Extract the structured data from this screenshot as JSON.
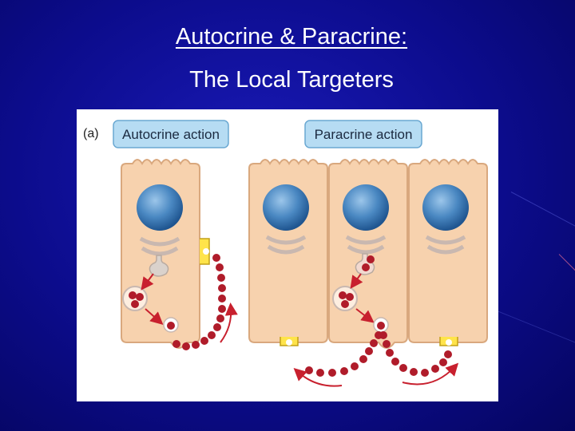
{
  "slide": {
    "title_line1": "Autocrine & Paracrine:",
    "title_line2": "The Local Targeters"
  },
  "figure": {
    "panel_label": "(a)",
    "autocrine_label": "Autocrine action",
    "paracrine_label": "Paracrine action"
  },
  "colors": {
    "background": "#0c0c8c",
    "cell_fill": "#f7d2ae",
    "cell_stroke": "#d9a87e",
    "label_box": "#b6dcf3",
    "label_stroke": "#6aa8d2",
    "nucleus": "#3d7bb5",
    "messenger": "#b01c2a",
    "receptor": "#ffe44a"
  }
}
